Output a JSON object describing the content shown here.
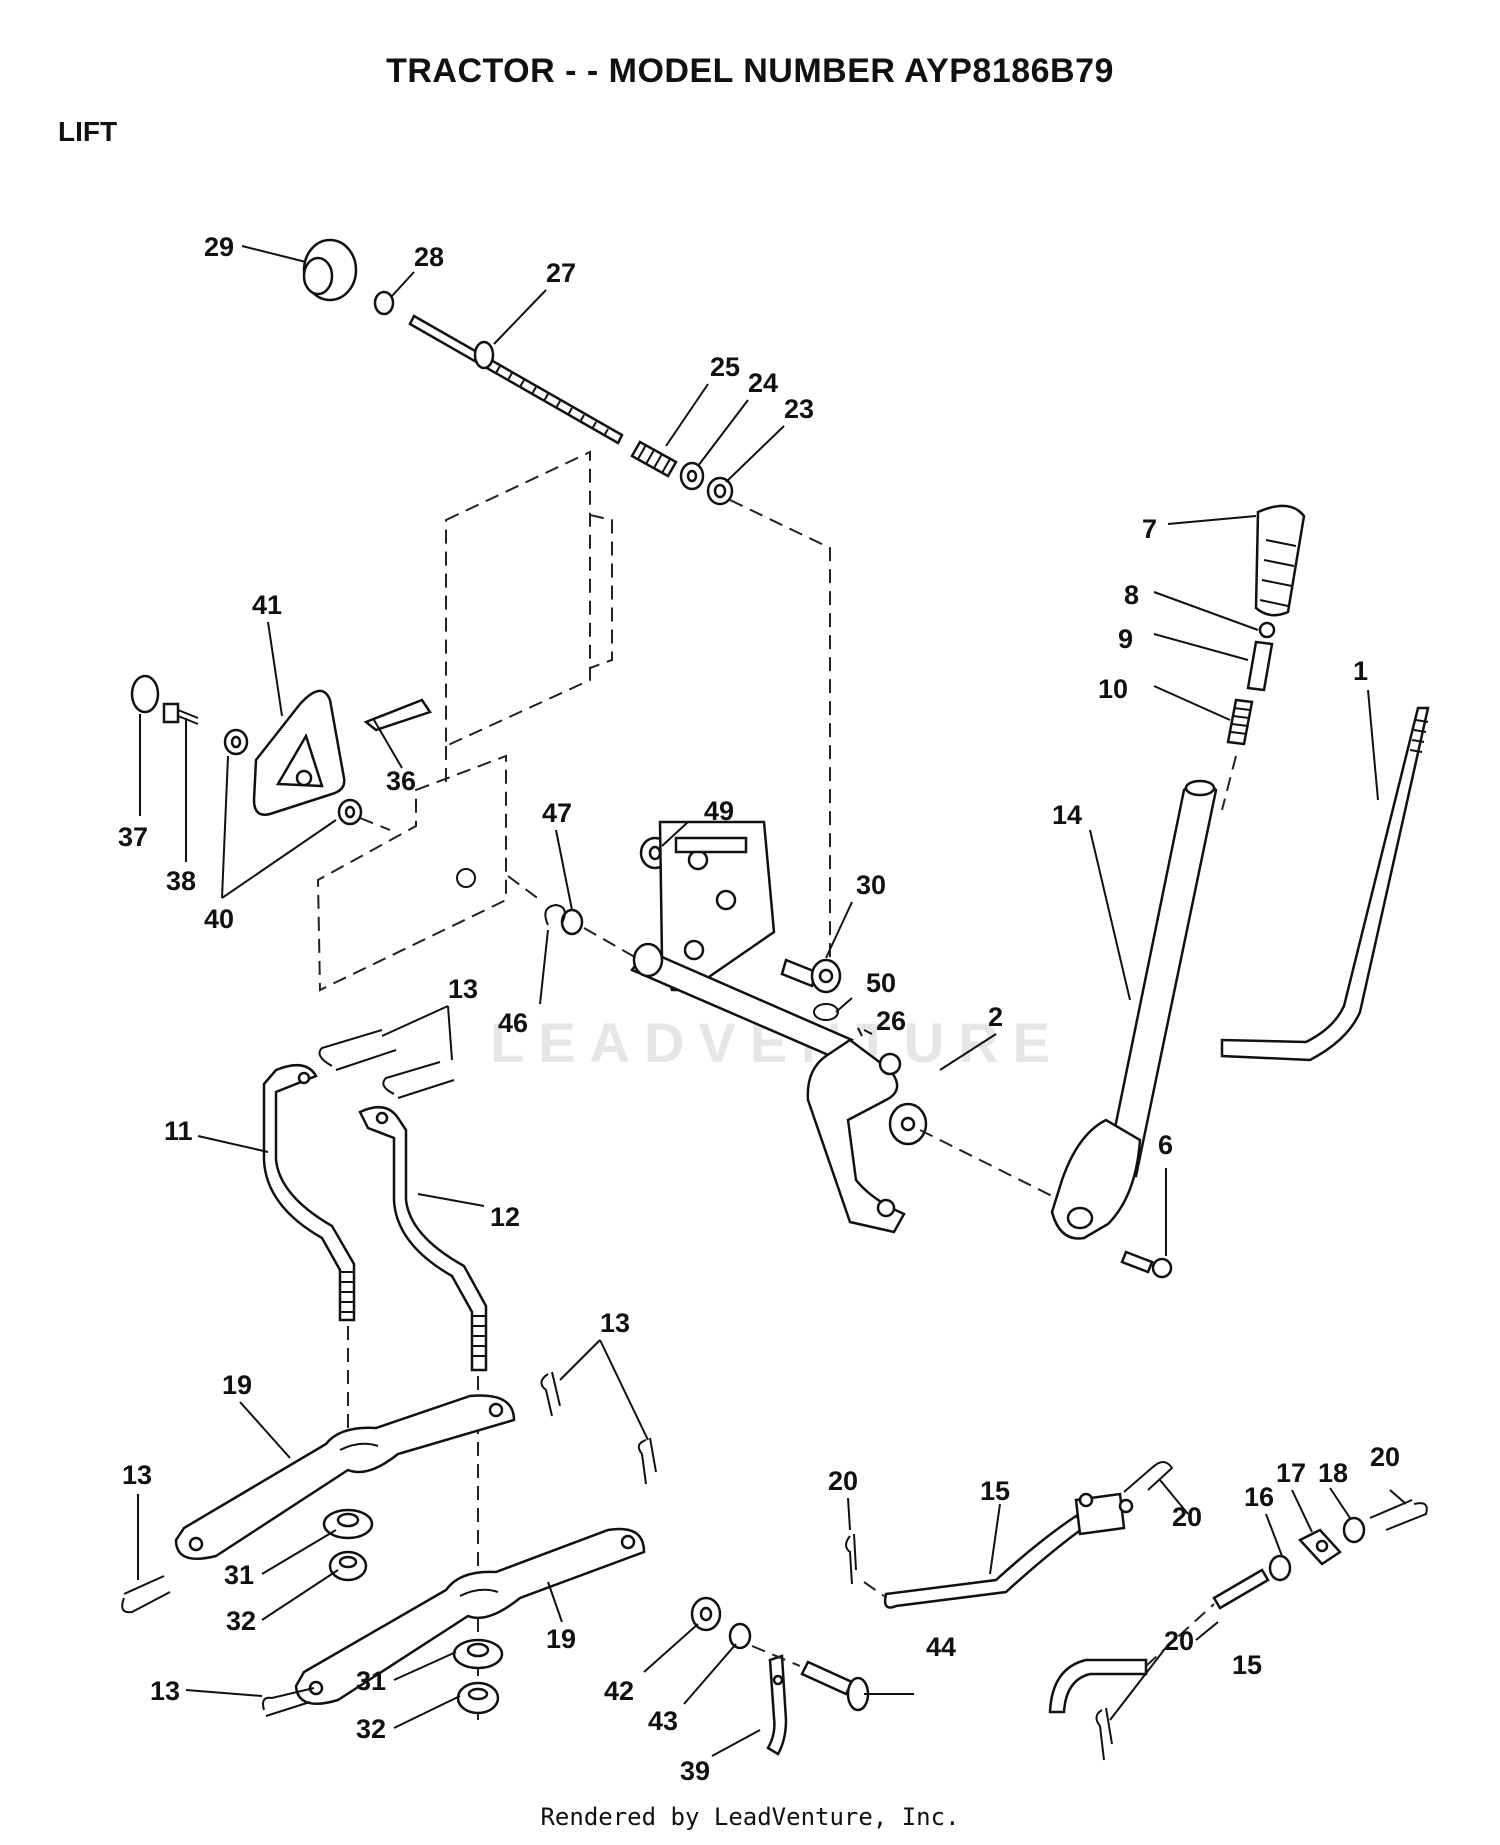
{
  "header": {
    "title": "TRACTOR - - MODEL NUMBER AYP8186B79",
    "section": "LIFT"
  },
  "watermark": "LEADVENTURE",
  "footer": "Rendered by LeadVenture, Inc.",
  "callouts": [
    {
      "id": "c1",
      "text": "1"
    },
    {
      "id": "c2",
      "text": "2"
    },
    {
      "id": "c6",
      "text": "6"
    },
    {
      "id": "c7",
      "text": "7"
    },
    {
      "id": "c8",
      "text": "8"
    },
    {
      "id": "c9",
      "text": "9"
    },
    {
      "id": "c10",
      "text": "10"
    },
    {
      "id": "c11",
      "text": "11"
    },
    {
      "id": "c12",
      "text": "12"
    },
    {
      "id": "c13a",
      "text": "13"
    },
    {
      "id": "c13b",
      "text": "13"
    },
    {
      "id": "c13c",
      "text": "13"
    },
    {
      "id": "c13d",
      "text": "13"
    },
    {
      "id": "c14",
      "text": "14"
    },
    {
      "id": "c15a",
      "text": "15"
    },
    {
      "id": "c15b",
      "text": "15"
    },
    {
      "id": "c16",
      "text": "16"
    },
    {
      "id": "c17",
      "text": "17"
    },
    {
      "id": "c18",
      "text": "18"
    },
    {
      "id": "c19a",
      "text": "19"
    },
    {
      "id": "c19b",
      "text": "19"
    },
    {
      "id": "c20a",
      "text": "20"
    },
    {
      "id": "c20b",
      "text": "20"
    },
    {
      "id": "c20c",
      "text": "20"
    },
    {
      "id": "c20d",
      "text": "20"
    },
    {
      "id": "c23",
      "text": "23"
    },
    {
      "id": "c24",
      "text": "24"
    },
    {
      "id": "c25",
      "text": "25"
    },
    {
      "id": "c26",
      "text": "26"
    },
    {
      "id": "c27",
      "text": "27"
    },
    {
      "id": "c28",
      "text": "28"
    },
    {
      "id": "c29",
      "text": "29"
    },
    {
      "id": "c30",
      "text": "30"
    },
    {
      "id": "c31a",
      "text": "31"
    },
    {
      "id": "c31b",
      "text": "31"
    },
    {
      "id": "c32a",
      "text": "32"
    },
    {
      "id": "c32b",
      "text": "32"
    },
    {
      "id": "c36",
      "text": "36"
    },
    {
      "id": "c37",
      "text": "37"
    },
    {
      "id": "c38",
      "text": "38"
    },
    {
      "id": "c39",
      "text": "39"
    },
    {
      "id": "c40",
      "text": "40"
    },
    {
      "id": "c41",
      "text": "41"
    },
    {
      "id": "c42",
      "text": "42"
    },
    {
      "id": "c43",
      "text": "43"
    },
    {
      "id": "c44",
      "text": "44"
    },
    {
      "id": "c46",
      "text": "46"
    },
    {
      "id": "c47",
      "text": "47"
    },
    {
      "id": "c49",
      "text": "49"
    },
    {
      "id": "c50",
      "text": "50"
    }
  ]
}
